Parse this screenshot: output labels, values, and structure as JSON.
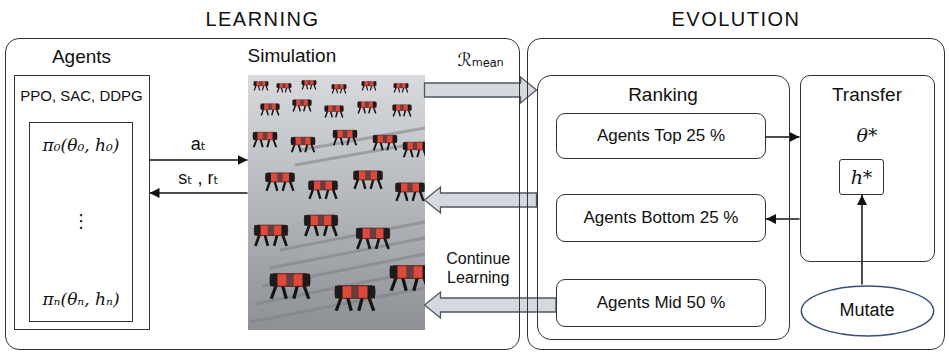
{
  "diagram": {
    "nodes": [
      {
        "text": [
          "LEARNING"
        ]
      },
      {
        "text": [
          "Agents",
          "PPO, SAC, DDPG"
        ],
        "in": 0
      },
      {
        "text": [
          "π₀(θ₀, h₀)",
          "⋮",
          "πₙ(θₙ, hₙ)"
        ],
        "in": 1
      },
      {
        "text": [
          "Simulation"
        ],
        "in": 0
      },
      {
        "text": [
          "EVOLUTION"
        ]
      },
      {
        "text": [
          "Ranking"
        ],
        "in": 4
      },
      {
        "text": [
          "Agents Top 25 %"
        ],
        "in": 5
      },
      {
        "text": [
          "Agents Bottom 25 %"
        ],
        "in": 5
      },
      {
        "text": [
          "Agents Mid 50 %"
        ],
        "in": 5
      },
      {
        "text": [
          "Transfer",
          "θ*"
        ],
        "in": 4
      },
      {
        "text": [
          "h*"
        ],
        "in": 9
      },
      {
        "text": [
          "Mutate"
        ],
        "in": 4
      }
    ],
    "edges": [
      {
        "from": 1,
        "to": 3,
        "arrow": "to",
        "label": "aₜ"
      },
      {
        "from": 3,
        "to": 1,
        "arrow": "to",
        "label": "sₜ , rₜ"
      },
      {
        "from": 3,
        "to": 5,
        "arrow": "to",
        "label": "ℛₘₑₐₙ"
      },
      {
        "from": 5,
        "to": 3,
        "arrow": "to"
      },
      {
        "from": 8,
        "to": 3,
        "arrow": "to",
        "label": "Continue Learning"
      },
      {
        "from": 6,
        "to": 9,
        "arrow": "to"
      },
      {
        "from": 9,
        "to": 7,
        "arrow": "to"
      },
      {
        "from": 11,
        "to": 10,
        "arrow": "to"
      }
    ]
  }
}
